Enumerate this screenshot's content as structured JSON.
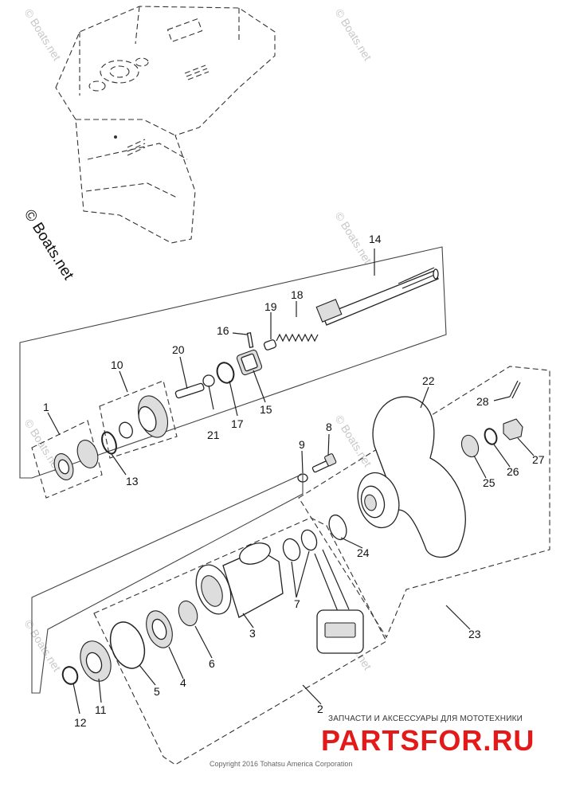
{
  "watermark": {
    "text": "© Boats.net",
    "large_text": "© Boats.net"
  },
  "footer": {
    "copyright": "Copyright 2016 Tohatsu America Corporation",
    "promo_ru": "ЗАПЧАСТИ И АКСЕССУАРЫ ДЛЯ МОТОТЕХНИКИ",
    "brand": "PARTSFOR.RU"
  },
  "parts": {
    "p1": "1",
    "p2": "2",
    "p3": "3",
    "p4": "4",
    "p5": "5",
    "p6": "6",
    "p7": "7",
    "p8": "8",
    "p9": "9",
    "p10": "10",
    "p11": "11",
    "p12": "12",
    "p13": "13",
    "p14": "14",
    "p15": "15",
    "p16": "16",
    "p17": "17",
    "p18": "18",
    "p19": "19",
    "p20": "20",
    "p21": "21",
    "p22": "22",
    "p23": "23",
    "p24": "24",
    "p25": "25",
    "p26": "26",
    "p27": "27",
    "p28": "28"
  },
  "colors": {
    "brand_red": "#e41a1a",
    "line": "#222222",
    "watermark": "#c8c8c8"
  }
}
